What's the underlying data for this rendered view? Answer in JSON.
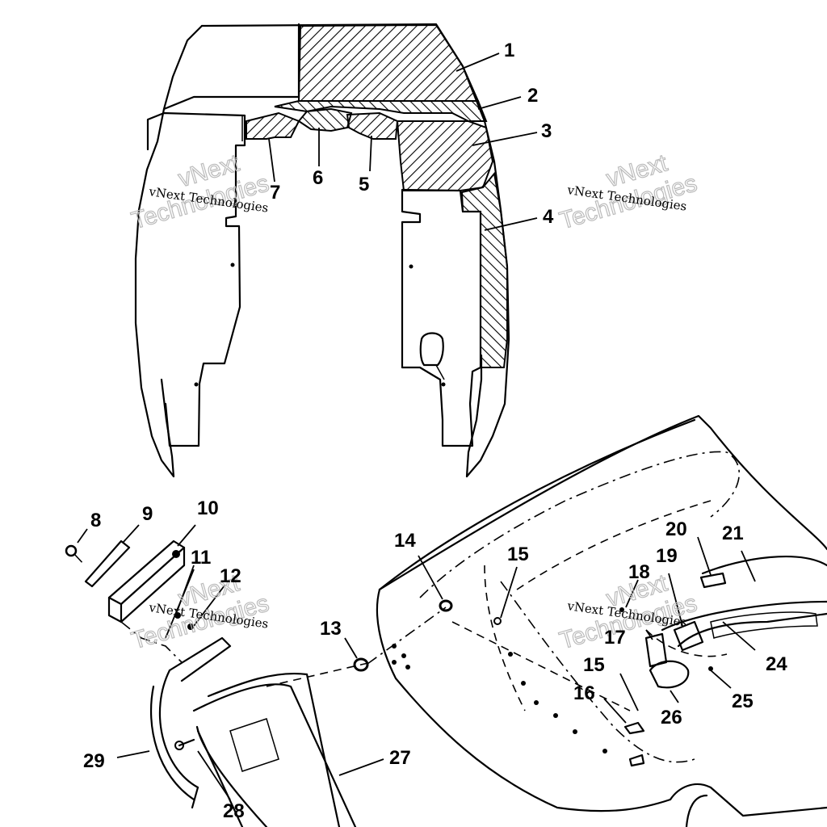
{
  "watermark": {
    "line1": "vNext Technologies",
    "line2": "vNext",
    "line3": "Technologies"
  },
  "callouts": [
    {
      "id": "1",
      "label": "1"
    },
    {
      "id": "2",
      "label": "2"
    },
    {
      "id": "3",
      "label": "3"
    },
    {
      "id": "4",
      "label": "4"
    },
    {
      "id": "5",
      "label": "5"
    },
    {
      "id": "6",
      "label": "6"
    },
    {
      "id": "7",
      "label": "7"
    },
    {
      "id": "8",
      "label": "8"
    },
    {
      "id": "9",
      "label": "9"
    },
    {
      "id": "10",
      "label": "10"
    },
    {
      "id": "11",
      "label": "11"
    },
    {
      "id": "12",
      "label": "12"
    },
    {
      "id": "13",
      "label": "13"
    },
    {
      "id": "14",
      "label": "14"
    },
    {
      "id": "15a",
      "label": "15"
    },
    {
      "id": "15b",
      "label": "15"
    },
    {
      "id": "16",
      "label": "16"
    },
    {
      "id": "17",
      "label": "17"
    },
    {
      "id": "18",
      "label": "18"
    },
    {
      "id": "19",
      "label": "19"
    },
    {
      "id": "20",
      "label": "20"
    },
    {
      "id": "21",
      "label": "21"
    },
    {
      "id": "24",
      "label": "24"
    },
    {
      "id": "25",
      "label": "25"
    },
    {
      "id": "26",
      "label": "26"
    },
    {
      "id": "27",
      "label": "27"
    },
    {
      "id": "28",
      "label": "28"
    },
    {
      "id": "29",
      "label": "29"
    }
  ]
}
